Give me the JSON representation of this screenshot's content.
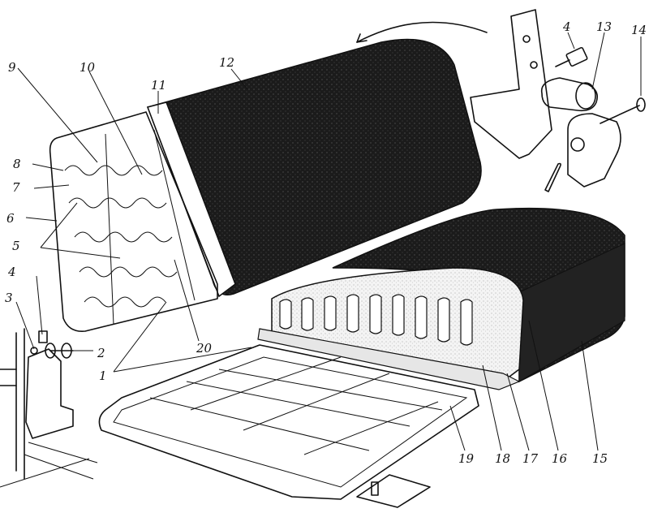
{
  "diagram": {
    "callouts": [
      {
        "id": "c1",
        "text": "1"
      },
      {
        "id": "c2",
        "text": "2"
      },
      {
        "id": "c3",
        "text": "3"
      },
      {
        "id": "c4l",
        "text": "4"
      },
      {
        "id": "c4r",
        "text": "4"
      },
      {
        "id": "c5",
        "text": "5"
      },
      {
        "id": "c6",
        "text": "6"
      },
      {
        "id": "c7",
        "text": "7"
      },
      {
        "id": "c8",
        "text": "8"
      },
      {
        "id": "c9",
        "text": "9"
      },
      {
        "id": "c10",
        "text": "10"
      },
      {
        "id": "c11",
        "text": "11"
      },
      {
        "id": "c12",
        "text": "12"
      },
      {
        "id": "c13",
        "text": "13"
      },
      {
        "id": "c14",
        "text": "14"
      },
      {
        "id": "c15",
        "text": "15"
      },
      {
        "id": "c16",
        "text": "16"
      },
      {
        "id": "c17",
        "text": "17"
      },
      {
        "id": "c18",
        "text": "18"
      },
      {
        "id": "c19",
        "text": "19"
      },
      {
        "id": "c20",
        "text": "20"
      }
    ],
    "colors": {
      "ink": "#111111",
      "upholstery": "#1a1a1a",
      "foam": "#e8e8e8",
      "paper": "#ffffff"
    }
  }
}
